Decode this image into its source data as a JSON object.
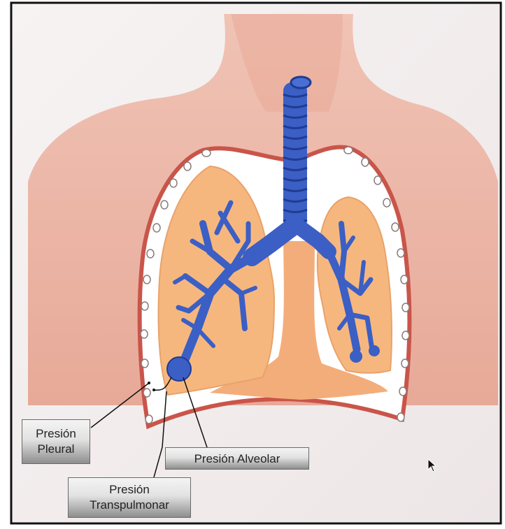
{
  "figure": {
    "description_icon": "lungs-anatomy-illustration"
  },
  "labels": {
    "pleural_line1": "Presión",
    "pleural_line2": "Pleural",
    "alveolar": "Presión Alveolar",
    "transpulmonar_line1": "Presión",
    "transpulmonar_line2": "Transpulmonar"
  },
  "colors": {
    "skin": "#ebb5a6",
    "lung": "#f5b37e",
    "airway": "#3b5fc4",
    "pleura": "#c9554a",
    "border": "#111111"
  }
}
